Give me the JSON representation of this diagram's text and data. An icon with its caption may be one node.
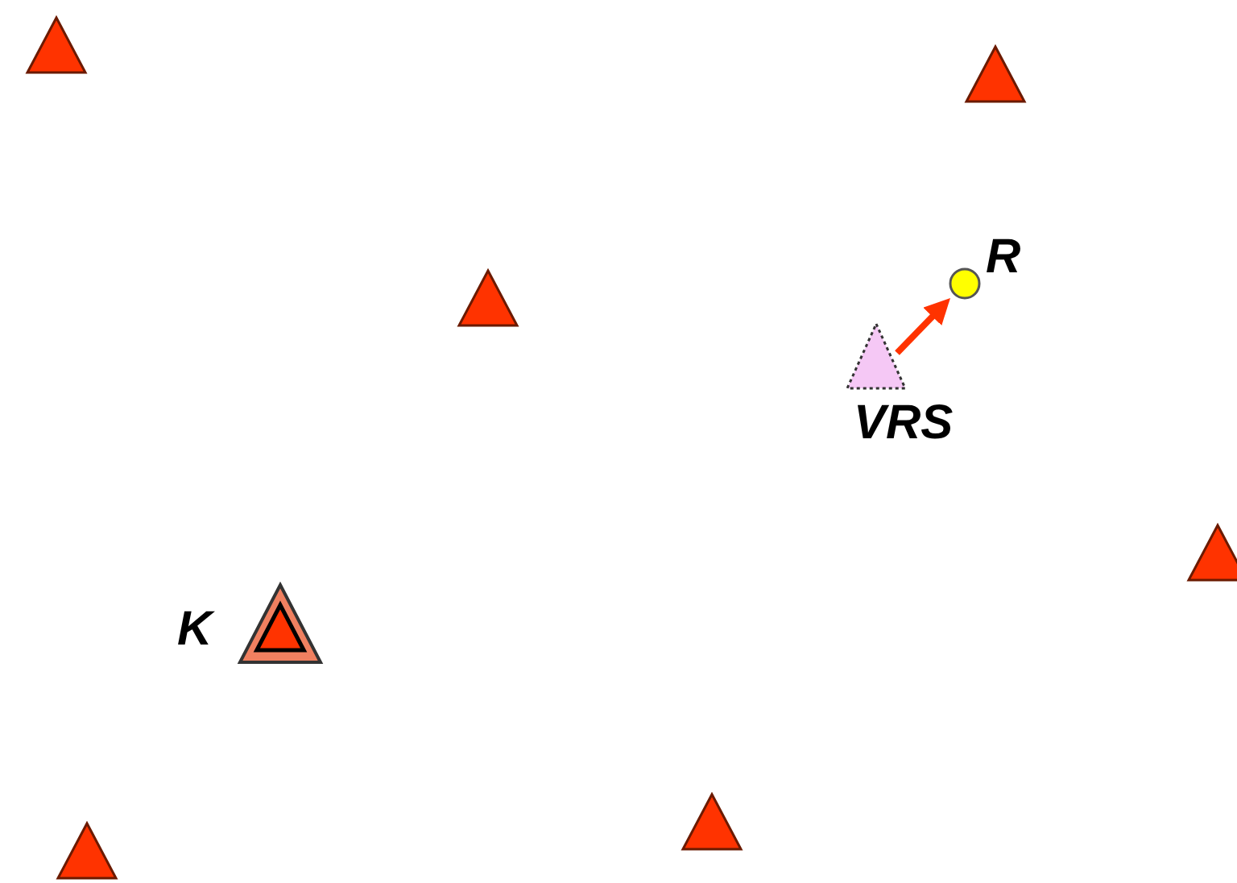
{
  "diagram": {
    "nodes": [
      {
        "text": [],
        "shape": "triangle"
      },
      {
        "text": [],
        "shape": "triangle"
      },
      {
        "text": [
          "R"
        ]
      },
      {
        "text": [],
        "shape": "triangle"
      },
      {
        "text": [
          "VRS"
        ]
      },
      {
        "text": [],
        "shape": "triangle"
      },
      {
        "text": [
          "K"
        ]
      },
      {
        "text": [],
        "shape": "triangle"
      },
      {
        "text": [],
        "shape": "triangle"
      }
    ],
    "edges": [
      {
        "from": 4,
        "to": 2,
        "arrow": "to"
      }
    ]
  }
}
